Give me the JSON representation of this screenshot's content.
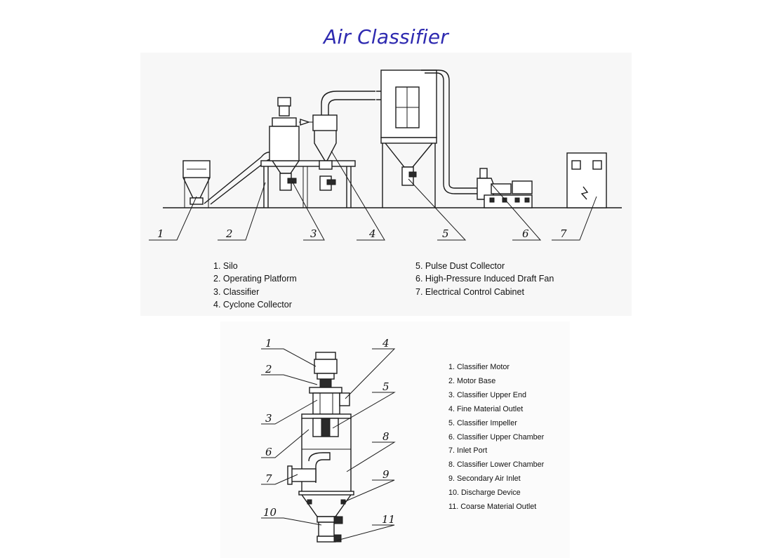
{
  "title": "Air Classifier",
  "plant": {
    "callouts": [
      "1",
      "2",
      "3",
      "4",
      "5",
      "6",
      "7"
    ],
    "legend_left": [
      "1. Silo",
      "2. Operating Platform",
      "3. Classifier",
      "4. Cyclone Collector"
    ],
    "legend_right": [
      "5. Pulse Dust Collector",
      "6. High-Pressure Induced Draft Fan",
      "7. Electrical Control Cabinet"
    ]
  },
  "classifier": {
    "callouts": [
      "1",
      "2",
      "3",
      "4",
      "5",
      "6",
      "7",
      "8",
      "9",
      "10",
      "11"
    ],
    "legend": [
      "1. Classifier Motor",
      "2. Motor Base",
      "3. Classifier Upper End",
      "4. Fine Material Outlet",
      "5. Classifier Impeller",
      "6. Classifier Upper Chamber",
      "7. Inlet Port",
      "8. Classifier Lower Chamber",
      "9. Secondary Air Inlet",
      "10. Discharge Device",
      "11. Coarse Material Outlet"
    ]
  },
  "colors": {
    "title": "#2e2ab0",
    "line": "#1b1b1b"
  }
}
